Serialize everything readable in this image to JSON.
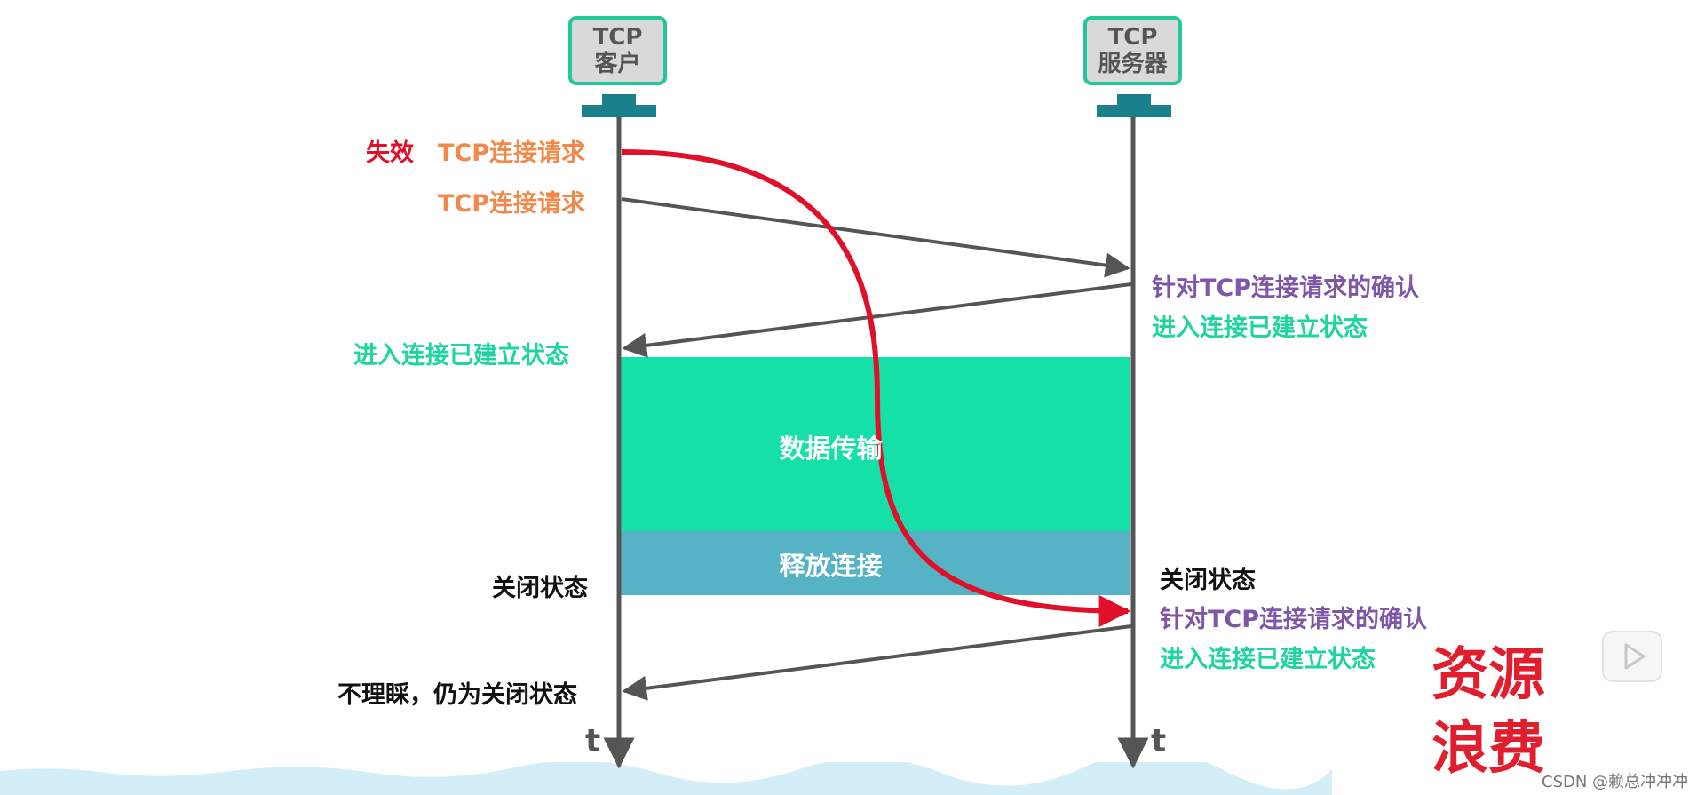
{
  "nodes": {
    "client": {
      "line1": "TCP",
      "line2": "客户"
    },
    "server": {
      "line1": "TCP",
      "line2": "服务器"
    }
  },
  "client_side": {
    "invalid_tag": "失效",
    "stale_request": "TCP连接请求",
    "request": "TCP连接请求",
    "established": "进入连接已建立状态",
    "closed": "关闭状态",
    "ignore": "不理睬，仍为关闭状态",
    "time_axis": "t"
  },
  "server_side": {
    "ack1": "针对TCP连接请求的确认",
    "established1": "进入连接已建立状态",
    "closed": "关闭状态",
    "ack2": "针对TCP连接请求的确认",
    "established2": "进入连接已建立状态",
    "time_axis": "t"
  },
  "blocks": {
    "data_transfer": "数据传输",
    "release": "释放连接"
  },
  "annotation": {
    "line1": "资源",
    "line2": "浪费"
  },
  "watermark": "CSDN @赖总冲冲冲",
  "colors": {
    "timeline": "#555555",
    "stale_arrow": "#e0102a",
    "data_block": "#15e0a8",
    "release_block": "#55b3c5",
    "node_border": "#20c997",
    "node_base": "#1b7f8c"
  },
  "icons": [
    "play-icon"
  ]
}
